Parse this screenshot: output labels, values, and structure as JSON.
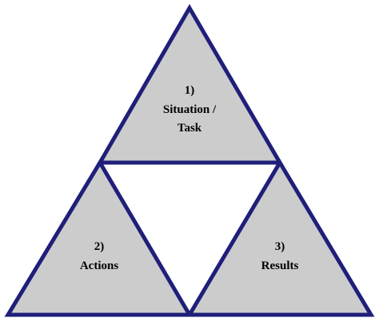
{
  "diagram": {
    "colors": {
      "triangle_fill": "#cccccc",
      "triangle_stroke": "#1f1f7a",
      "text": "#000000",
      "background": "#ffffff"
    },
    "top": {
      "number": "1)",
      "line1": "Situation /",
      "line2": "Task"
    },
    "left": {
      "number": "2)",
      "line1": "Actions"
    },
    "right": {
      "number": "3)",
      "line1": "Results"
    }
  }
}
